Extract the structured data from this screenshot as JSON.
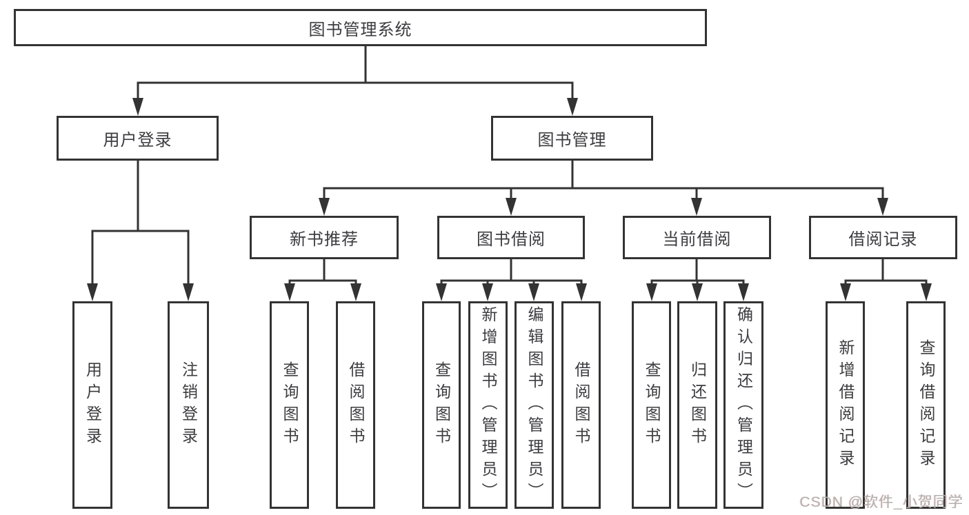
{
  "root": {
    "label": "图书管理系统"
  },
  "level2": {
    "user_login": "用户登录",
    "book_management": "图书管理"
  },
  "level3": {
    "new_book_recommend": "新书推荐",
    "book_borrowing": "图书借阅",
    "current_borrowing": "当前借阅",
    "borrow_records": "借阅记录"
  },
  "leaves": {
    "user_login": "用户登录",
    "logout": "注销登录",
    "nb_query_books": "查询图书",
    "nb_borrow_books": "借阅图书",
    "bb_query_books": "查询图书",
    "bb_add_books": "新增图书（管理员）",
    "bb_edit_books": "编辑图书（管理员）",
    "bb_borrow_books": "借阅图书",
    "cb_query_books": "查询图书",
    "cb_return_books": "归还图书",
    "cb_confirm_return": "确认归还（管理员）",
    "br_add_record": "新增借阅记录",
    "br_query_record": "查询借阅记录"
  },
  "watermark": "CSDN @软件_小贺同学",
  "colors": {
    "line": "#333333",
    "text": "#3c3c40",
    "watermark": "#b3b0ad",
    "background": "#ffffff"
  }
}
